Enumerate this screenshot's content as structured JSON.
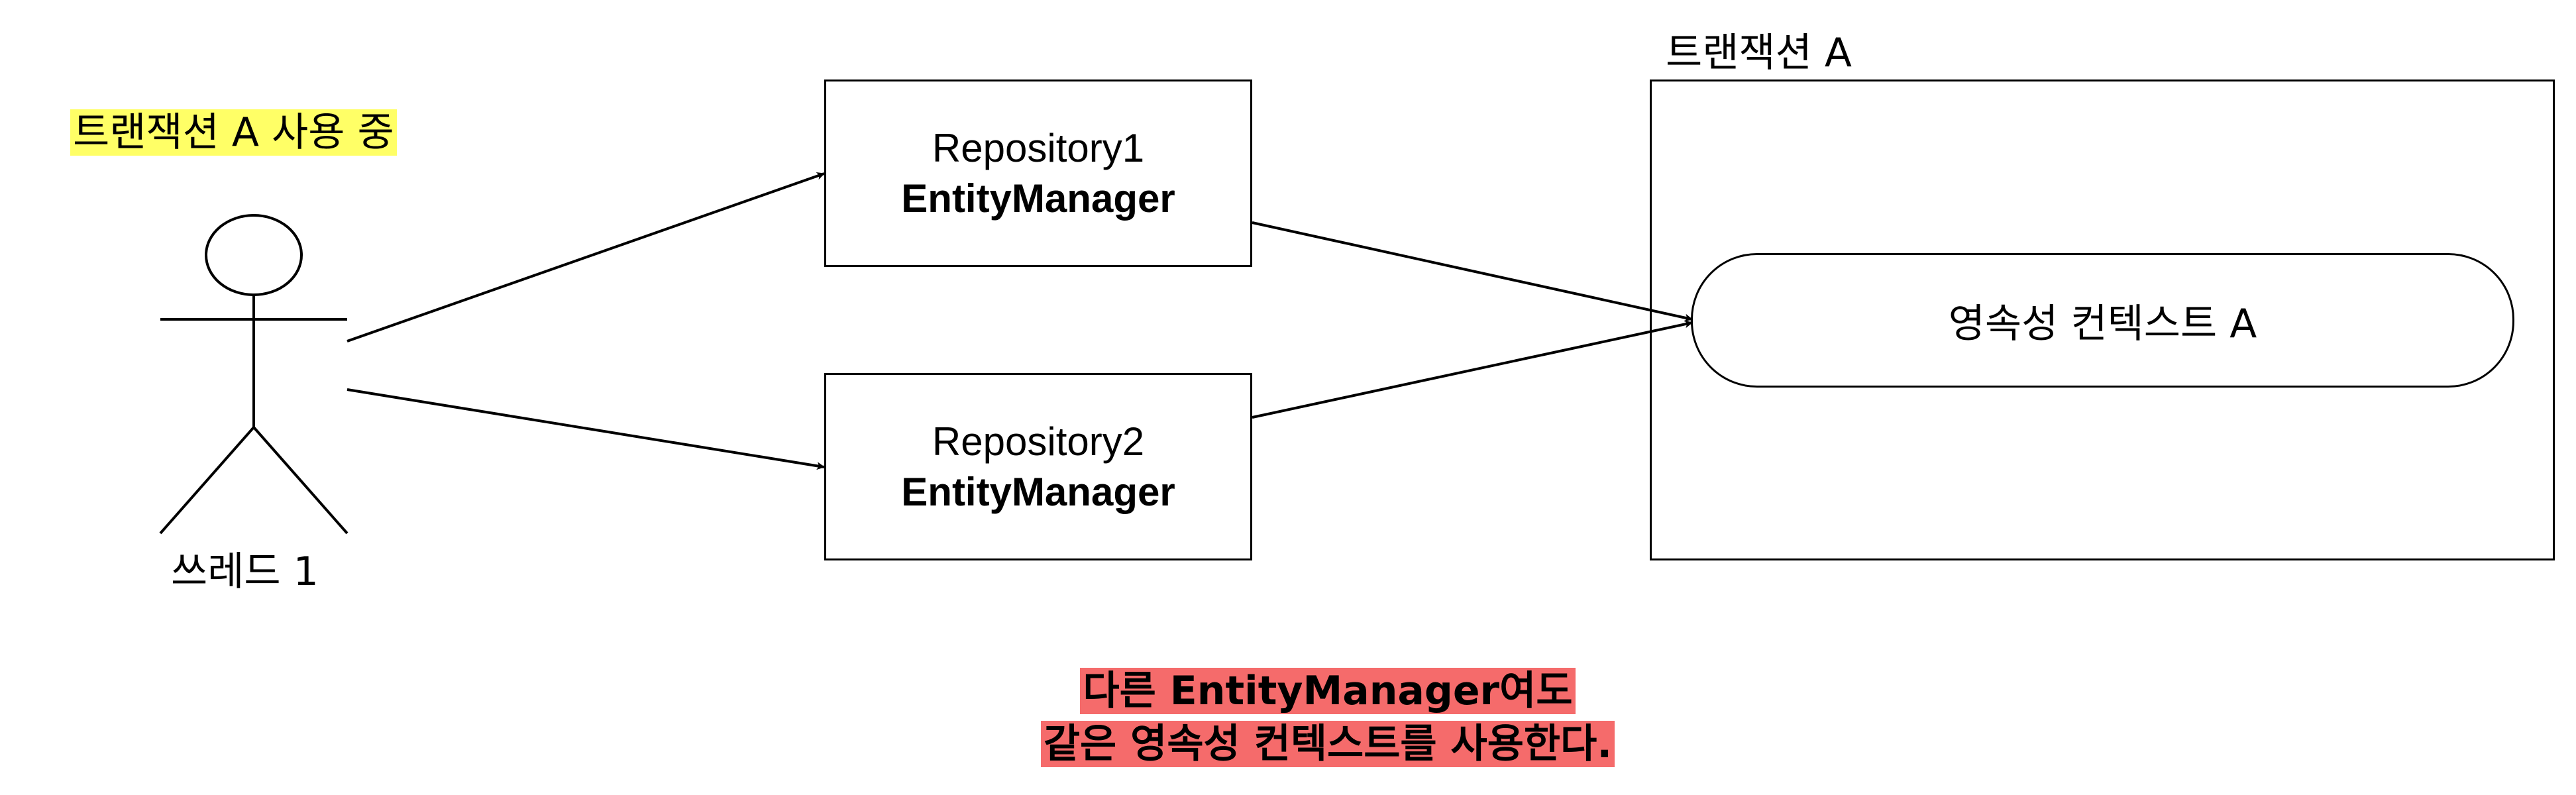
{
  "actor": {
    "status_label": "트랜잭션 A 사용 중",
    "name": "쓰레드 1"
  },
  "repositories": [
    {
      "name": "Repository1",
      "manager": "EntityManager"
    },
    {
      "name": "Repository2",
      "manager": "EntityManager"
    }
  ],
  "transaction": {
    "label": "트랜잭션 A",
    "persistence_context": "영속성 컨텍스트 A"
  },
  "caption": {
    "line1": "다른 EntityManager여도",
    "line2": "같은 영속성 컨텍스트를 사용한다."
  },
  "colors": {
    "status_highlight": "#ffff66",
    "caption_highlight": "#f56b6b",
    "line": "#000000"
  }
}
